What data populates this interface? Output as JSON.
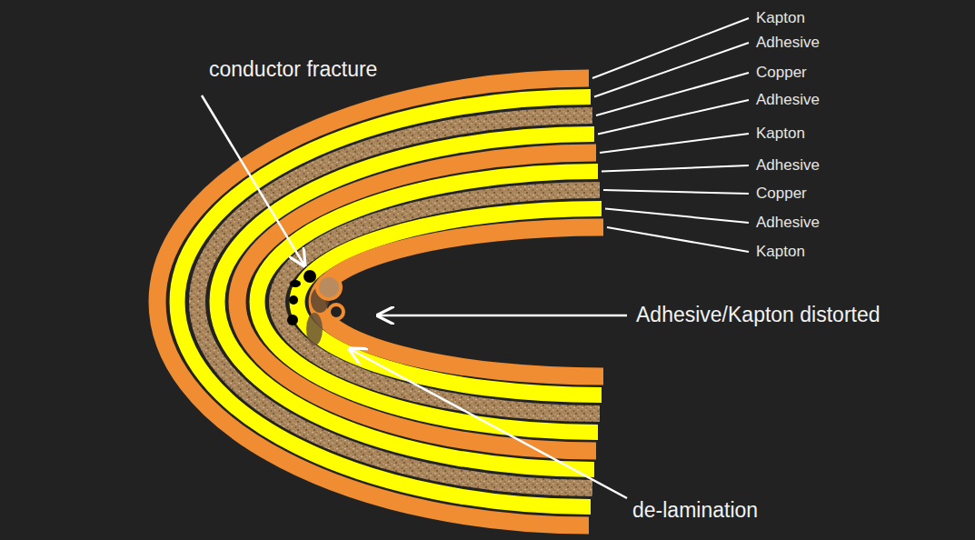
{
  "diagram": {
    "labels": [
      "Kapton",
      "Adhesive",
      "Copper",
      "Adhesive",
      "Kapton",
      "Adhesive",
      "Copper",
      "Adhesive",
      "Kapton",
      "conductor fracture",
      "Adhesive/Kapton distorted",
      "de-lamination"
    ]
  }
}
